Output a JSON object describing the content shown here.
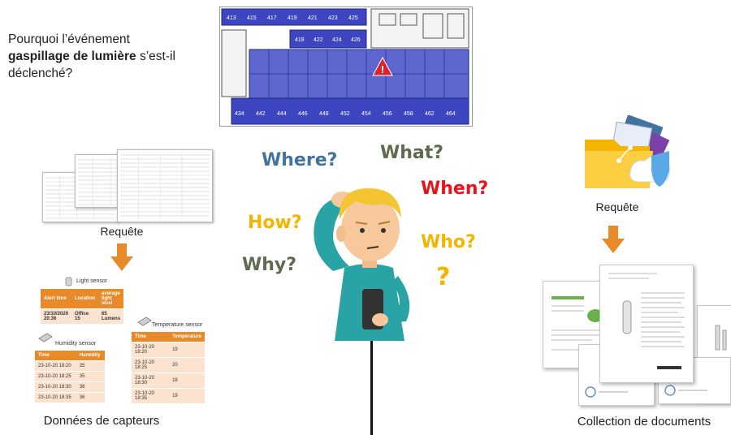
{
  "question": {
    "line1": "Pourquoi l’événement",
    "bold": "gaspillage de lumière",
    "after_bold": " s’est-il",
    "line3": "déclenché?"
  },
  "floor_plan": {
    "rooms_top": [
      "413",
      "415",
      "417",
      "419",
      "421",
      "423",
      "425"
    ],
    "rooms_mid": [
      "418",
      "422",
      "424",
      "426"
    ],
    "rooms_bottom": [
      "434",
      "442",
      "444",
      "446",
      "448",
      "452",
      "454",
      "456",
      "458",
      "462",
      "464"
    ],
    "colors": {
      "room_fill": "#3d46c0",
      "alert": "#d9232d"
    }
  },
  "left_panel": {
    "query_label": "Requête",
    "caption": "Données de capteurs"
  },
  "sensors": {
    "light": {
      "title": "Light sensor",
      "headers": [
        "Alert time",
        "Location",
        "average light level"
      ],
      "rows": [
        [
          "23/10/2020 20:36",
          "Office 15",
          "65 Lumens"
        ]
      ]
    },
    "humidity": {
      "title": "Humidity sensor",
      "headers": [
        "Time",
        "Humidity"
      ],
      "rows": [
        [
          "23-10-20 18:20",
          "35"
        ],
        [
          "23-10-20 18:25",
          "35"
        ],
        [
          "23-10-20 18:30",
          "38"
        ],
        [
          "23-10-20 18:35",
          "36"
        ]
      ]
    },
    "temperature": {
      "title": "Temperature sensor",
      "headers": [
        "Time",
        "Temperature"
      ],
      "rows": [
        [
          "23-10-20 18:20",
          "19"
        ],
        [
          "23-10-20 18:25",
          "20"
        ],
        [
          "23-10-20 18:30",
          "18"
        ],
        [
          "23-10-20 18:35",
          "19"
        ]
      ]
    }
  },
  "wh_questions": {
    "where": "Where?",
    "what": "What?",
    "when": "When?",
    "how": "How?",
    "who": "Who?",
    "why": "Why?",
    "mark": "?"
  },
  "right_panel": {
    "query_label": "Requête",
    "caption": "Collection de documents"
  },
  "colors": {
    "orange": "#e8892a",
    "where": "#41739e",
    "what": "#5e6b4e",
    "when": "#e8141b",
    "how": "#f4b400",
    "who": "#f4b400",
    "why": "#5e6b4e",
    "mark": "#f4b400"
  }
}
